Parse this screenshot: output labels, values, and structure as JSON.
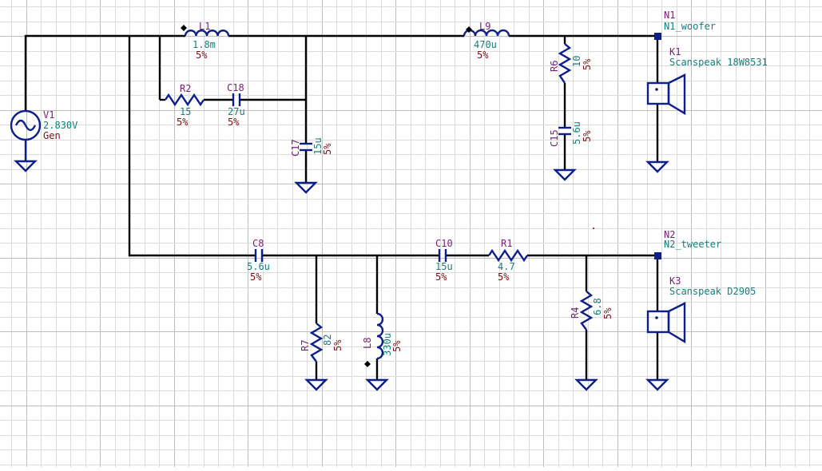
{
  "schematic": {
    "source": {
      "ref": "V1",
      "value": "2.830V",
      "type": "Gen"
    },
    "inductors": [
      {
        "ref": "L1",
        "value": "1.8m",
        "tol": "5%"
      },
      {
        "ref": "L9",
        "value": "470u",
        "tol": "5%"
      },
      {
        "ref": "L8",
        "value": "330u",
        "tol": "5%"
      }
    ],
    "resistors": [
      {
        "ref": "R2",
        "value": "15",
        "tol": "5%"
      },
      {
        "ref": "R6",
        "value": "10",
        "tol": "5%"
      },
      {
        "ref": "R1",
        "value": "4.7",
        "tol": "5%"
      },
      {
        "ref": "R7",
        "value": "82",
        "tol": "5%"
      },
      {
        "ref": "R4",
        "value": "6.8",
        "tol": "5%"
      }
    ],
    "capacitors": [
      {
        "ref": "C18",
        "value": "27u",
        "tol": "5%"
      },
      {
        "ref": "C17",
        "value": "15u",
        "tol": "5%"
      },
      {
        "ref": "C15",
        "value": "5.6u",
        "tol": "5%"
      },
      {
        "ref": "C8",
        "value": "5.6u",
        "tol": "5%"
      },
      {
        "ref": "C10",
        "value": "15u",
        "tol": "5%"
      }
    ],
    "nodes": [
      {
        "ref": "N1",
        "label": "N1_woofer"
      },
      {
        "ref": "N2",
        "label": "N2_tweeter"
      }
    ],
    "speakers": [
      {
        "ref": "K1",
        "model": "Scanspeak 18W8531"
      },
      {
        "ref": "K3",
        "model": "Scanspeak D2905"
      }
    ]
  }
}
